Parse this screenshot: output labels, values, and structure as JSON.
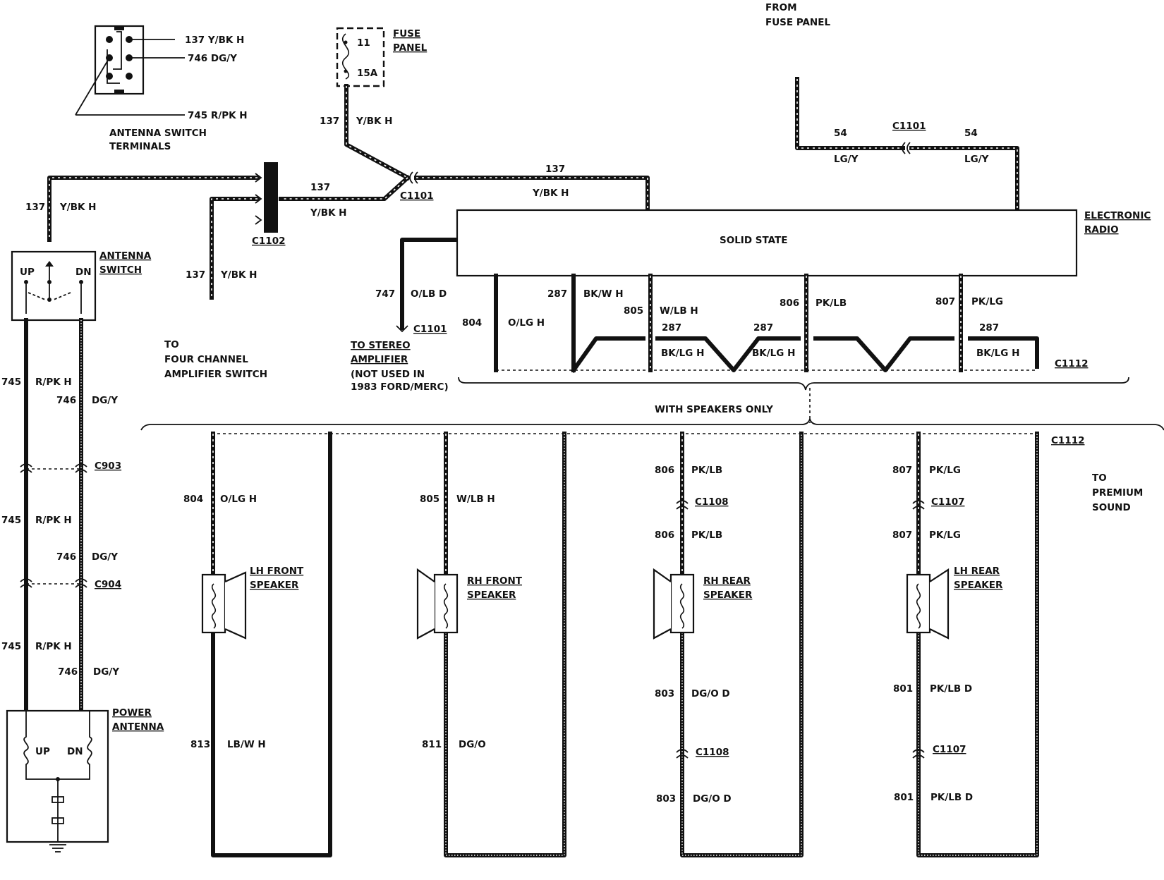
{
  "labels": {
    "from_fuse_panel_1": "FROM",
    "from_fuse_panel_2": "FUSE PANEL",
    "fuse_panel_1": "FUSE",
    "fuse_panel_2": "PANEL",
    "fuse_number": "11",
    "fuse_rating": "15A",
    "antenna_switch_terminals_1": "ANTENNA SWITCH",
    "antenna_switch_terminals_2": "TERMINALS",
    "term_137": "137 Y/BK H",
    "term_746": "746 DG/Y",
    "term_745": "745 R/PK H",
    "antenna_switch_1": "ANTENNA",
    "antenna_switch_2": "SWITCH",
    "up": "UP",
    "dn": "DN",
    "electronic_radio_1": "ELECTRONIC",
    "electronic_radio_2": "RADIO",
    "solid_state": "SOLID STATE",
    "to_four_channel_1": "TO",
    "to_four_channel_2": "FOUR CHANNEL",
    "to_four_channel_3": "AMPLIFIER SWITCH",
    "to_stereo_1": "TO STEREO",
    "to_stereo_2": "AMPLIFIER",
    "to_stereo_3": "(NOT USED IN",
    "to_stereo_4": "1983 FORD/MERC)",
    "with_speakers_only": "WITH SPEAKERS ONLY",
    "to_premium_1": "TO",
    "to_premium_2": "PREMIUM",
    "to_premium_3": "SOUND",
    "power_antenna_1": "POWER",
    "power_antenna_2": "ANTENNA",
    "lh_front_1": "LH FRONT",
    "lh_front_2": "SPEAKER",
    "rh_front_1": "RH FRONT",
    "rh_front_2": "SPEAKER",
    "rh_rear_1": "RH REAR",
    "rh_rear_2": "SPEAKER",
    "lh_rear_1": "LH REAR",
    "lh_rear_2": "SPEAKER"
  },
  "connectors": {
    "c1101_a": "C1101",
    "c1101_b": "C1101",
    "c1101_c": "C1101",
    "c1102": "C1102",
    "c903": "C903",
    "c904": "C904",
    "c1112_a": "C1112",
    "c1112_b": "C1112",
    "c1108_a": "C1108",
    "c1108_b": "C1108",
    "c1107_a": "C1107",
    "c1107_b": "C1107"
  },
  "circuits": {
    "n137": "137",
    "n745": "745",
    "n746": "746",
    "n747": "747",
    "n54": "54",
    "n287": "287",
    "n804": "804",
    "n805": "805",
    "n806": "806",
    "n807": "807",
    "n813": "813",
    "n811": "811",
    "n803": "803",
    "n801": "801"
  },
  "colors": {
    "y_bk_h": "Y/BK H",
    "r_pk_h": "R/PK H",
    "dg_y": "DG/Y",
    "lg_y": "LG/Y",
    "o_lb_d": "O/LB D",
    "bk_w_h": "BK/W H",
    "w_lb_h": "W/LB H",
    "pk_lb": "PK/LB",
    "pk_lg": "PK/LG",
    "o_lg_h": "O/LG H",
    "bk_lg_h": "BK/LG H",
    "lb_w_h": "LB/W H",
    "dg_o": "DG/O",
    "dg_o_d": "DG/O D",
    "pk_lb_d": "PK/LB D"
  },
  "style": {
    "ink": "#111111",
    "background": "#ffffff"
  }
}
